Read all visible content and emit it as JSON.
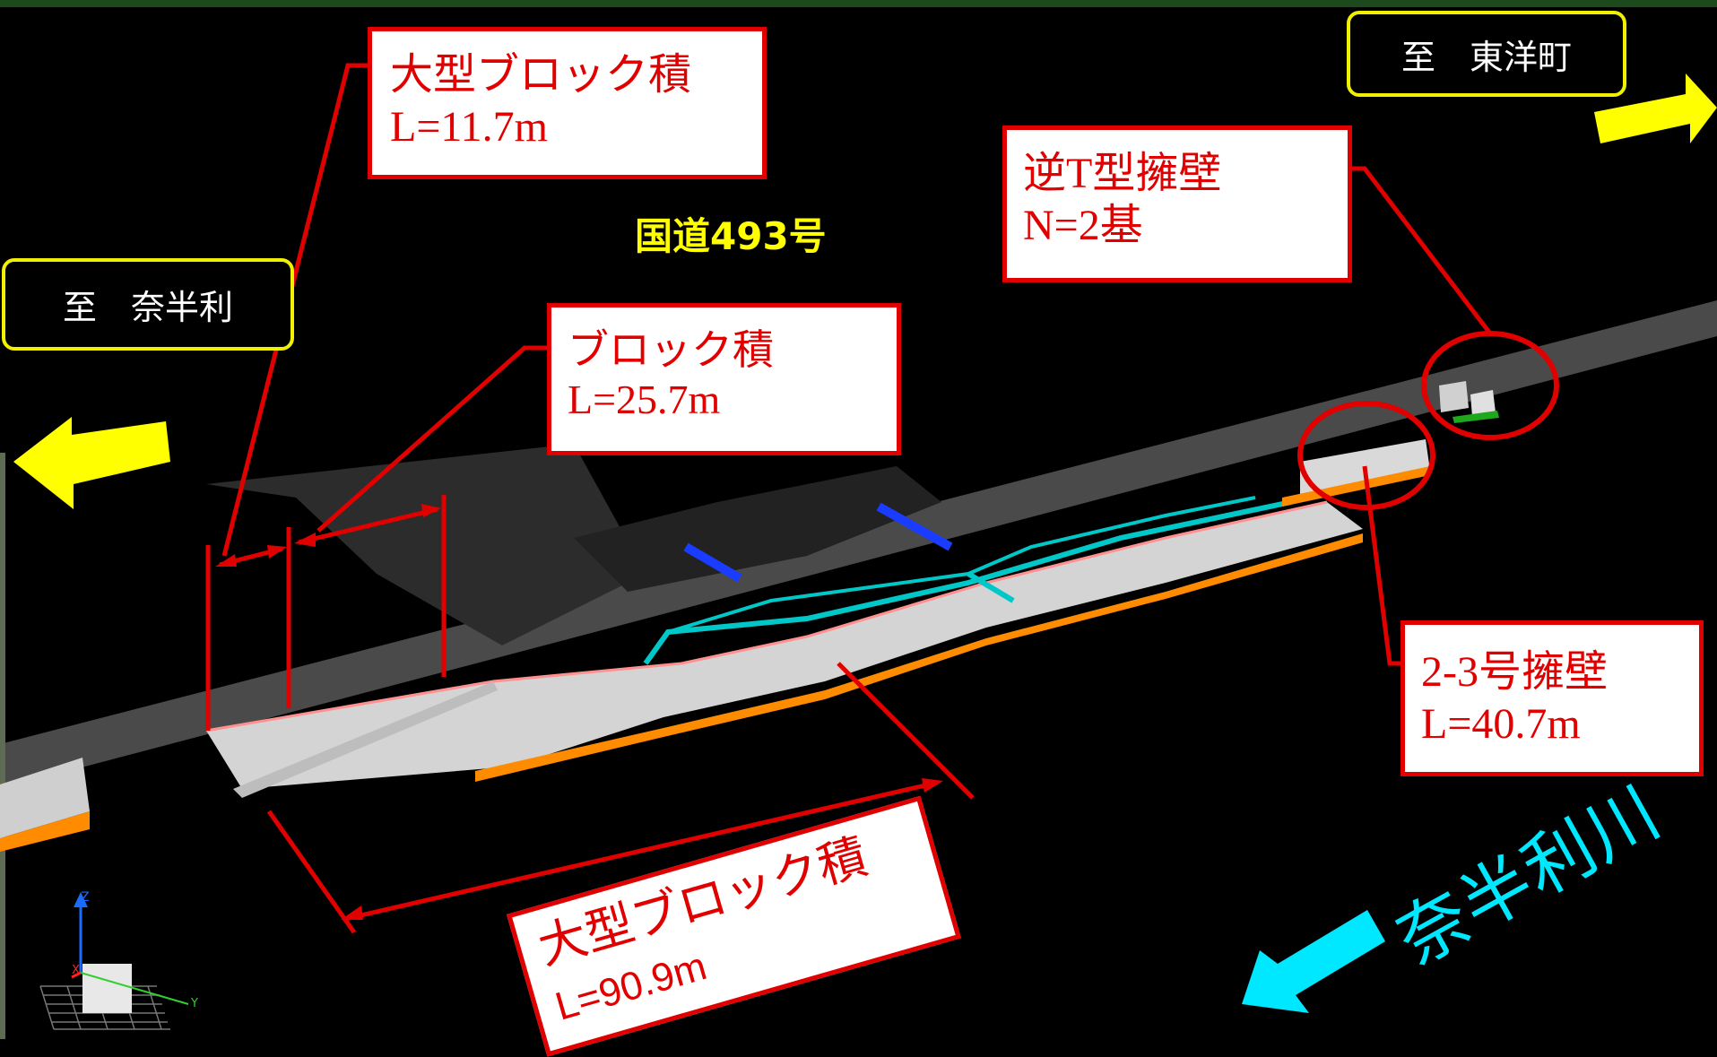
{
  "places": {
    "west": "至　奈半利",
    "east": "至　東洋町"
  },
  "route_label": "国道493号",
  "river_label": "奈半利川",
  "callouts": {
    "large_block_short": {
      "title": "大型ブロック積",
      "value": "L=11.7m"
    },
    "block": {
      "title": "ブロック積",
      "value": "L=25.7m"
    },
    "inverted_t_wall": {
      "title": "逆T型擁壁",
      "value": "N=2基"
    },
    "wall_2_3": {
      "title": "2-3号擁壁",
      "value": "L=40.7m"
    },
    "large_block_long": {
      "title": "大型ブロック積",
      "value": "L=90.9m"
    }
  },
  "axis_gizmo": {
    "z": "Z",
    "x": "X",
    "y": "Y"
  },
  "colors": {
    "callout_red": "#e00000",
    "place_border": "#f0f000",
    "arrow_yellow": "#ffff00",
    "river_cyan": "#00e8ff",
    "road_gray": "#4a4a4a",
    "wall_gray": "#d4d4d4",
    "footing_orange": "#ff8c00"
  }
}
